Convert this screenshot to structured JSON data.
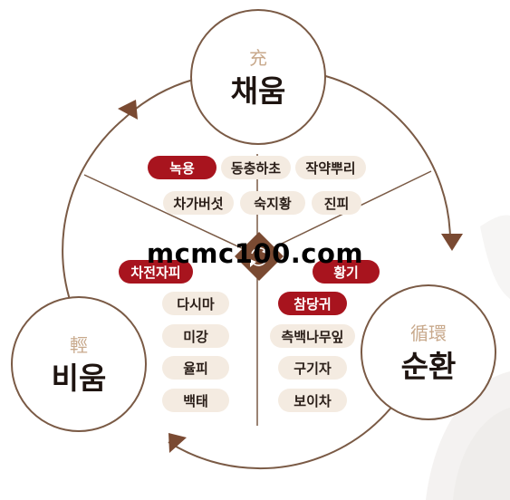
{
  "nodes": {
    "top": {
      "hanja": "充",
      "label": "채움"
    },
    "right": {
      "hanja": "循環",
      "label": "순환"
    },
    "left": {
      "hanja": "輕",
      "label": "비움"
    }
  },
  "groups": {
    "top": [
      "녹용",
      "동충하초",
      "작약뿌리",
      "차가버섯",
      "숙지황",
      "진피"
    ],
    "left": [
      "차전자피",
      "다시마",
      "미강",
      "율피",
      "백태"
    ],
    "right": [
      "황기",
      "참당귀",
      "측백나무잎",
      "구기자",
      "보이차"
    ]
  },
  "highlighted": [
    "녹용",
    "차전자피",
    "황기",
    "참당귀"
  ],
  "watermark": "mcmc100.com",
  "colors": {
    "accent": "#a8141e",
    "pill_bg": "#f4ebe1",
    "line": "#7a5a45",
    "center": "#7a4a32",
    "hanja": "#c8a98c"
  },
  "icons": {
    "center": "refresh-arrows-icon"
  }
}
